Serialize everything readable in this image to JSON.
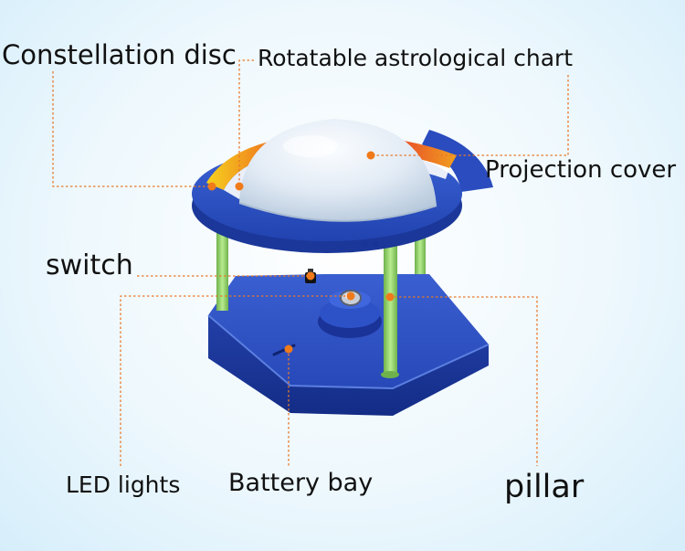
{
  "diagram": {
    "labels": {
      "constellation_disc": "Constellation disc",
      "rotatable_chart": "Rotatable astrological chart",
      "projection_cover": "Projection cover",
      "switch": "switch",
      "led_lights": "LED lights",
      "battery_bay": "Battery bay",
      "pillar": "pillar"
    },
    "colors": {
      "leader_line": "#e8782a",
      "marker": "#f07a1a",
      "base_blue": "#1f3fae",
      "pillar_green": "#8fd06a",
      "dome": "#e4edf6"
    }
  }
}
